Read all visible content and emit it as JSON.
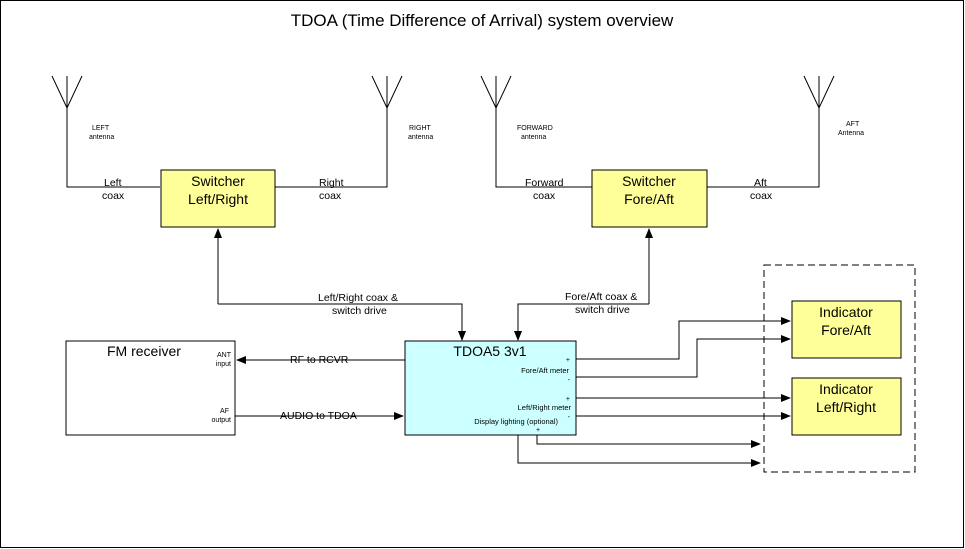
{
  "title": "TDOA (Time Difference of Arrival) system overview",
  "colors": {
    "switcher_fill": "#ffff99",
    "indicator_fill": "#ffff99",
    "tdoa_fill": "#ccffff",
    "stroke": "#000000"
  },
  "antennas": {
    "left": {
      "line1": "LEFT",
      "line2": "antenna"
    },
    "right": {
      "line1": "RIGHT",
      "line2": "antenna"
    },
    "forward": {
      "line1": "FORWARD",
      "line2": "antenna"
    },
    "aft": {
      "line1": "AFT",
      "line2": "Antenna"
    }
  },
  "coax": {
    "left": {
      "line1": "Left",
      "line2": "coax"
    },
    "right": {
      "line1": "Right",
      "line2": "coax"
    },
    "forward": {
      "line1": "Forward",
      "line2": "coax"
    },
    "aft": {
      "line1": "Aft",
      "line2": "coax"
    }
  },
  "switchers": {
    "left_right": {
      "line1": "Switcher",
      "line2": "Left/Right"
    },
    "fore_aft": {
      "line1": "Switcher",
      "line2": "Fore/Aft"
    }
  },
  "drives": {
    "left_right": {
      "line1": "Left/Right coax &",
      "line2": "switch drive"
    },
    "fore_aft": {
      "line1": "Fore/Aft coax &",
      "line2": "switch drive"
    }
  },
  "fm_receiver": {
    "title": "FM receiver",
    "ant_line1": "ANT",
    "ant_line2": "input",
    "af_line1": "AF",
    "af_line2": "output"
  },
  "signals": {
    "rf": "RF to RCVR",
    "audio": "AUDIO to TDOA"
  },
  "tdoa": {
    "title": "TDOA5 3v1",
    "fore_aft_meter": "Fore/Aft meter",
    "left_right_meter": "Left/Right meter",
    "display_lighting": "Display lighting (optional)",
    "plus": "+",
    "minus": "-"
  },
  "indicators": {
    "fore_aft": {
      "line1": "Indicator",
      "line2": "Fore/Aft"
    },
    "left_right": {
      "line1": "Indicator",
      "line2": "Left/Right"
    }
  }
}
